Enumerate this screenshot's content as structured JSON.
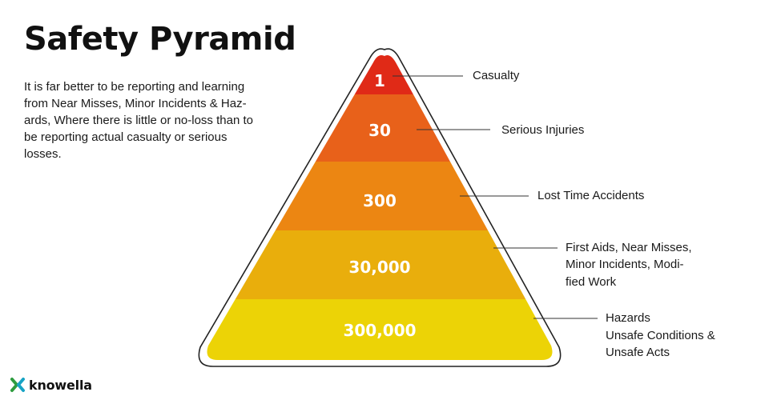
{
  "title": "Safety Pyramid",
  "description_lines": [
    "It is far better to be reporting and learning",
    "from Near Misses, Minor Incidents & Haz-",
    "ards, Where there is little or no-loss than to",
    "be reporting actual casualty or serious",
    "losses."
  ],
  "tiers": [
    {
      "value": "1",
      "color": "#e02a17",
      "label_lines": [
        "Casualty"
      ]
    },
    {
      "value": "30",
      "color": "#e8611a",
      "label_lines": [
        "Serious Injuries"
      ]
    },
    {
      "value": "300",
      "color": "#ec8612",
      "label_lines": [
        "Lost Time Accidents"
      ]
    },
    {
      "value": "30,000",
      "color": "#e9ae0c",
      "label_lines": [
        "First Aids, Near Misses,",
        "Minor Incidents, Modi-",
        "fied Work"
      ]
    },
    {
      "value": "300,000",
      "color": "#ecd306",
      "label_lines": [
        "Hazards",
        "Unsafe Conditions &",
        "Unsafe Acts"
      ]
    }
  ],
  "logo": {
    "text": "knowella",
    "icon": "knowella-x-logo-icon",
    "colors": [
      "#2e9c3f",
      "#17a3c4"
    ]
  }
}
